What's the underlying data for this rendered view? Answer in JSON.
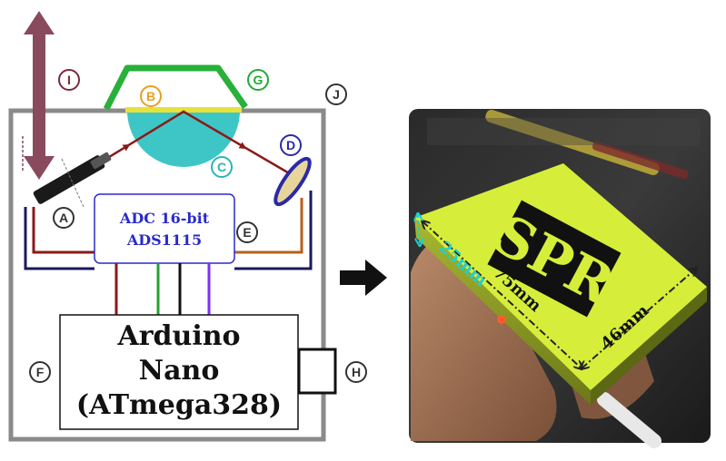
{
  "schematic": {
    "adc_line1": "ADC 16-bit",
    "adc_line2": "ADS1115",
    "mcu_line1": "Arduino",
    "mcu_line2": "Nano",
    "mcu_line3": "(ATmega328)",
    "labels": {
      "A": "A",
      "B": "B",
      "C": "C",
      "D": "D",
      "E": "E",
      "F": "F",
      "G": "G",
      "H": "H",
      "I": "I",
      "J": "J"
    }
  },
  "photo": {
    "device_text": "SPR",
    "dim_length": "75mm",
    "dim_width": "46mm",
    "dim_height": "25mm"
  },
  "colors": {
    "label_A": "#333333",
    "label_B": "#e8a020",
    "label_C": "#2bb5b5",
    "label_D": "#2a2aa8",
    "label_E": "#333333",
    "label_F": "#333333",
    "label_G": "#22aa33",
    "label_H": "#333333",
    "label_I": "#7a2a3a",
    "label_J": "#333333",
    "prism": "#3ec6c6",
    "gold_film": "#e6e23a",
    "flow_cell": "#28b03a",
    "arrow_I": "#8a4a5e",
    "beam": "#8b1a1a",
    "adc_text": "#2a2acc",
    "device_yellow": "#d6ee3a",
    "dim_cyan": "#1fd0d0"
  }
}
